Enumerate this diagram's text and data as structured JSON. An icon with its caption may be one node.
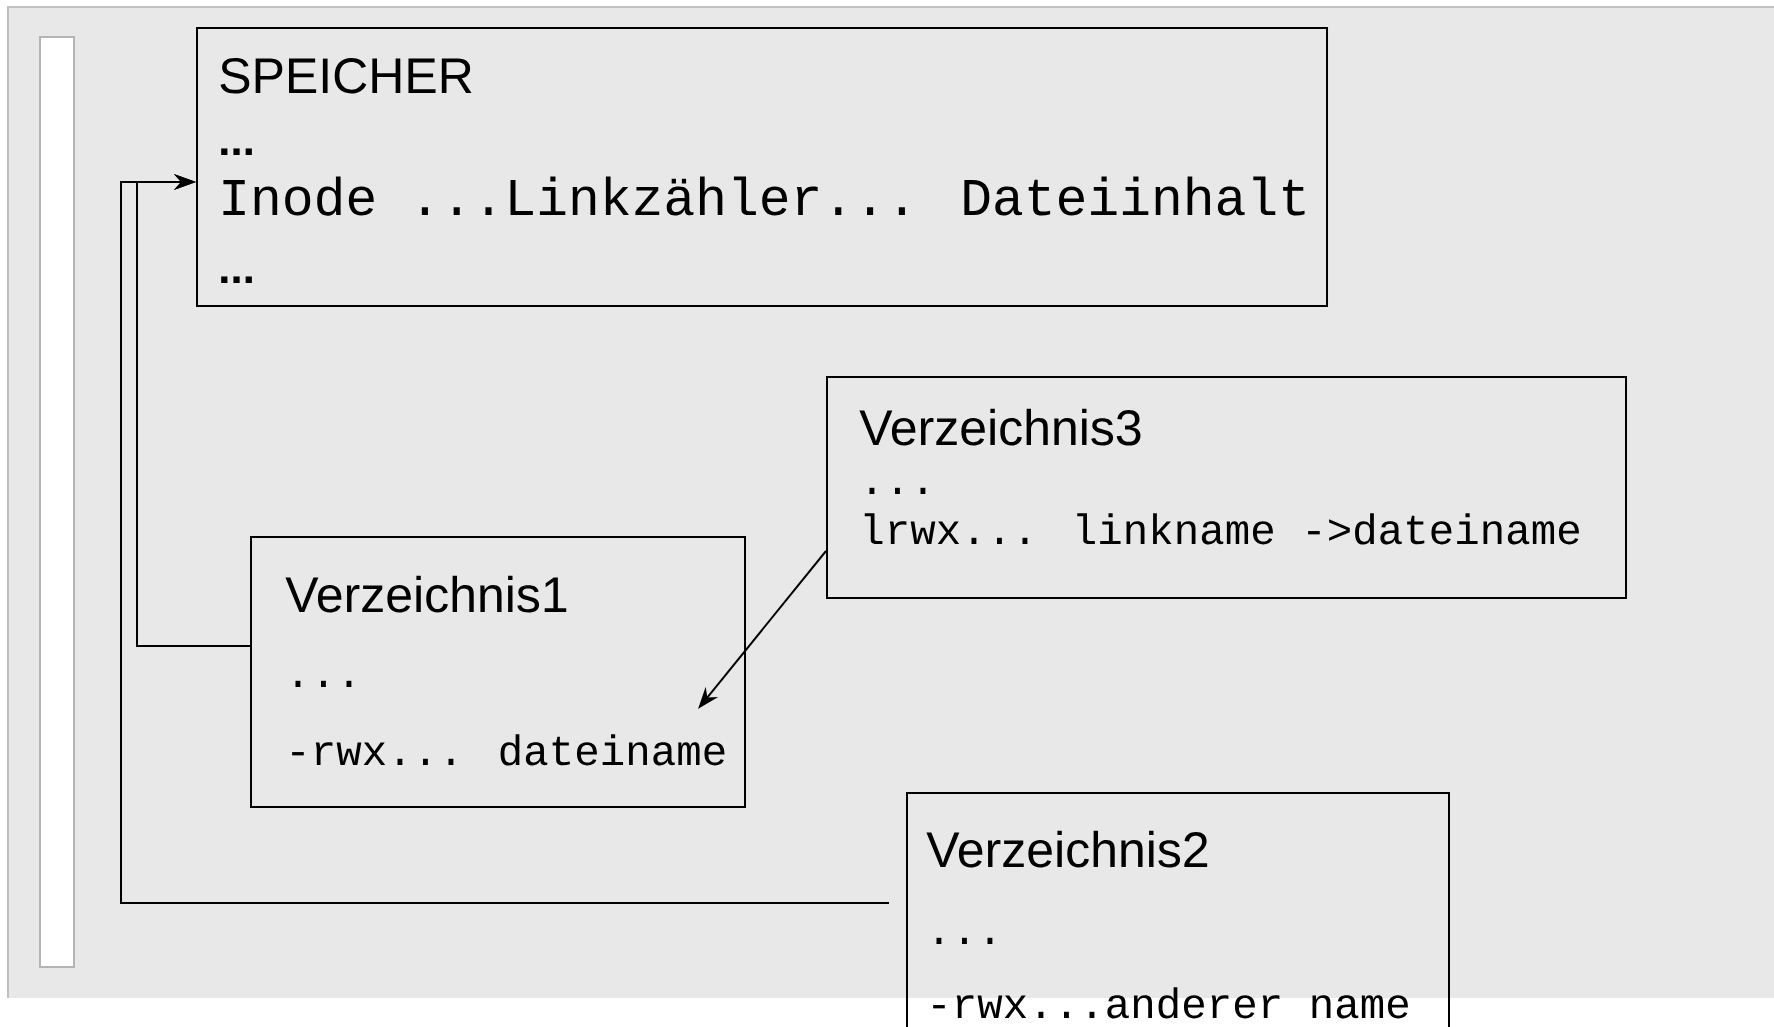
{
  "diagram": {
    "nodes": [
      {
        "text": [
          "SPEICHER",
          "...",
          "Inode ...Linkzähler... Dateiinhalt",
          "..."
        ]
      },
      {
        "text": [
          "Verzeichnis3",
          "...",
          "lrwx... linkname ->dateiname"
        ]
      },
      {
        "text": [
          "Verzeichnis1",
          "...",
          "-rwx... dateiname"
        ]
      },
      {
        "text": [
          "Verzeichnis2",
          "...",
          "-rwx...anderer name"
        ]
      }
    ],
    "edges": [
      {
        "from": 2,
        "to": 0,
        "arrow": "to"
      },
      {
        "from": 3,
        "to": 0,
        "arrow": "to"
      },
      {
        "from": 1,
        "to": 2,
        "arrow": "to"
      }
    ]
  }
}
